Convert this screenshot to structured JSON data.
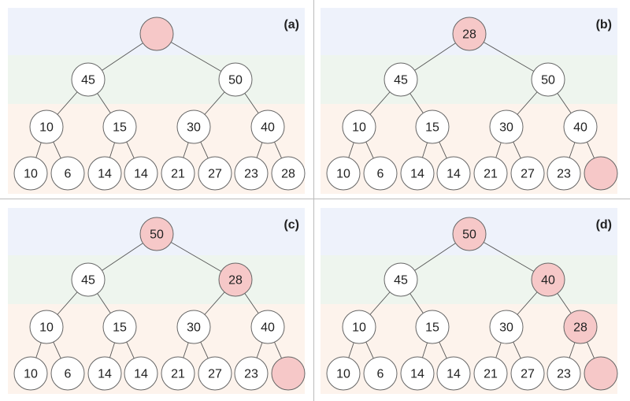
{
  "colors": {
    "band_level0": "#eef2fb",
    "band_level1": "#eef5ee",
    "band_level2_3": "#fdf3ec",
    "node_default": "#ffffff",
    "node_highlight": "#f6c8c8",
    "edge": "#555555",
    "divider": "#bbbbbb"
  },
  "panels": [
    {
      "label": "(a)",
      "highlighted": [
        0
      ],
      "nodes": [
        "",
        "45",
        "50",
        "10",
        "15",
        "30",
        "40",
        "10",
        "6",
        "14",
        "14",
        "21",
        "27",
        "23",
        "28"
      ]
    },
    {
      "label": "(b)",
      "highlighted": [
        0,
        14
      ],
      "nodes": [
        "28",
        "45",
        "50",
        "10",
        "15",
        "30",
        "40",
        "10",
        "6",
        "14",
        "14",
        "21",
        "27",
        "23",
        ""
      ]
    },
    {
      "label": "(c)",
      "highlighted": [
        0,
        2,
        14
      ],
      "nodes": [
        "50",
        "45",
        "28",
        "10",
        "15",
        "30",
        "40",
        "10",
        "6",
        "14",
        "14",
        "21",
        "27",
        "23",
        ""
      ]
    },
    {
      "label": "(d)",
      "highlighted": [
        0,
        2,
        6,
        14
      ],
      "nodes": [
        "50",
        "45",
        "40",
        "10",
        "15",
        "30",
        "28",
        "10",
        "6",
        "14",
        "14",
        "21",
        "27",
        "23",
        ""
      ]
    }
  ]
}
